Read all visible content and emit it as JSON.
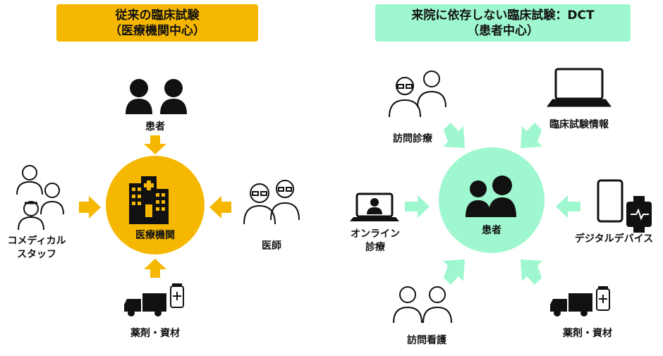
{
  "left": {
    "title_line1": "従来の臨床試験",
    "title_line2": "（医療機関中心）",
    "title_color": "#F5B700",
    "center_label": "医療機関",
    "patients_label": "患者",
    "comedical_label_line1": "コメディカル",
    "comedical_label_line2": "スタッフ",
    "doctor_label": "医師",
    "drugs_label": "薬剤・資材"
  },
  "right": {
    "title_line1": "来院に依存しない臨床試験：DCT",
    "title_line2": "（患者中心）",
    "title_color": "#9EF7CF",
    "center_label": "患者",
    "home_visit_label": "訪問診療",
    "trial_info_label": "臨床試験情報",
    "online_label_line1": "オンライン",
    "online_label_line2": "診療",
    "digital_device_label": "デジタルデバイス",
    "home_nursing_label": "訪問看護",
    "drugs_label": "薬剤・資材"
  },
  "colors": {
    "left_accent": "#F5B700",
    "right_accent": "#9EF7CF",
    "icon": "#111111"
  }
}
